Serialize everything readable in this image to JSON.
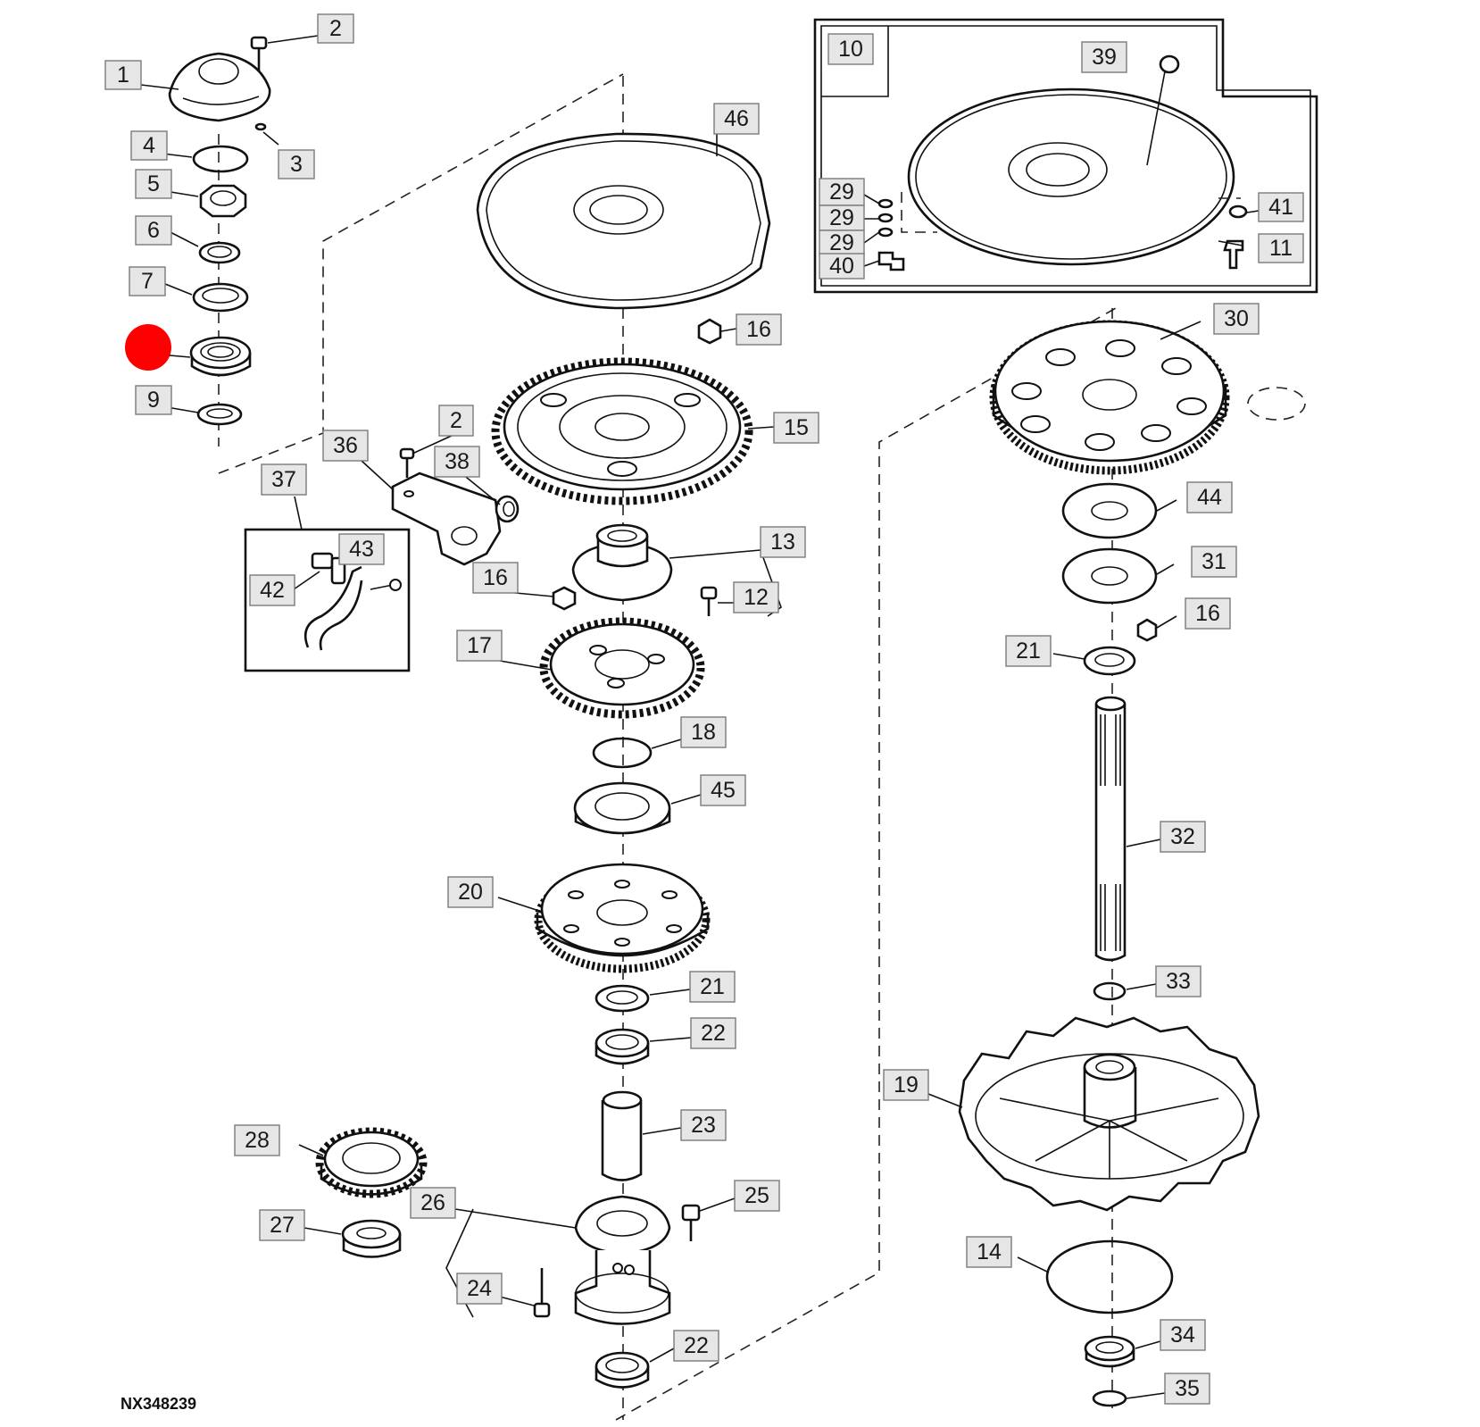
{
  "figure": {
    "id_label": "NX348239",
    "highlight_color": "#ff0000",
    "callout_fill": "#e6e6e6",
    "line_color": "#111111"
  },
  "callouts": {
    "c1": "1",
    "c2a": "2",
    "c3": "3",
    "c4": "4",
    "c5": "5",
    "c6": "6",
    "c7": "7",
    "c9": "9",
    "c10": "10",
    "c39": "39",
    "c29a": "29",
    "c29b": "29",
    "c29c": "29",
    "c40": "40",
    "c41": "41",
    "c11": "11",
    "c46": "46",
    "c16a": "16",
    "c15": "15",
    "c2b": "2",
    "c36": "36",
    "c38": "38",
    "c37": "37",
    "c43": "43",
    "c42": "42",
    "c13": "13",
    "c16b": "16",
    "c12": "12",
    "c17": "17",
    "c18": "18",
    "c45": "45",
    "c20": "20",
    "c21a": "21",
    "c22a": "22",
    "c23": "23",
    "c28": "28",
    "c27": "27",
    "c26": "26",
    "c25": "25",
    "c24": "24",
    "c22b": "22",
    "c30": "30",
    "c44": "44",
    "c31": "31",
    "c16c": "16",
    "c21b": "21",
    "c32": "32",
    "c33": "33",
    "c19": "19",
    "c14": "14",
    "c34": "34",
    "c35": "35"
  }
}
